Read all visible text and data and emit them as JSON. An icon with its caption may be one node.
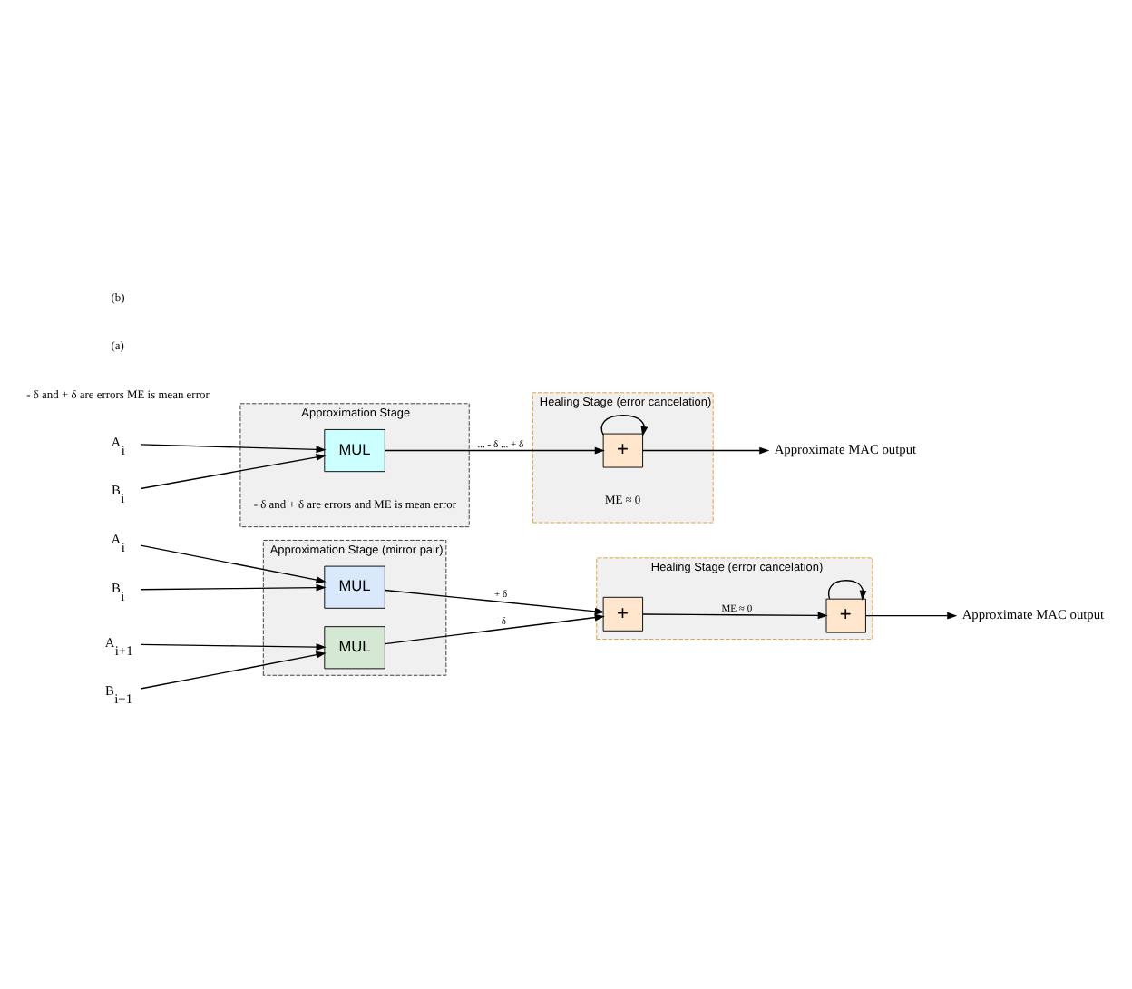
{
  "diagram": {
    "nodes": [
      {
        "text": [
          "Approximation Stage (mirror pair)"
        ]
      },
      {
        "text": [
          "A$_{i}$"
        ]
      },
      {
        "text": [
          "B$_{i}$"
        ]
      },
      {
        "text": [
          "MUL"
        ],
        "in": 0
      },
      {
        "text": [
          "A$_{i+1}$"
        ]
      },
      {
        "text": [
          "B$_{i+1}$"
        ]
      },
      {
        "text": [
          "MUL"
        ],
        "in": 0
      },
      {
        "text": [
          "Healing Stage (error cancelation)"
        ]
      },
      {
        "text": [
          "+"
        ],
        "in": 7
      },
      {
        "text": [
          "+"
        ],
        "in": 7
      },
      {
        "text": [
          "Approximate MAC output"
        ]
      },
      {
        "text": [
          "Approximation Stage"
        ]
      },
      {
        "text": [
          "A$_{i}$"
        ]
      },
      {
        "text": [
          "B$_{i}$"
        ]
      },
      {
        "text": [
          "MUL"
        ],
        "in": 11
      },
      {
        "text": [
          "Healing Stage (error cancelation)"
        ]
      },
      {
        "text": [
          "+"
        ],
        "in": 15
      },
      {
        "text": [
          "Approximate MAC output"
        ]
      }
    ],
    "edges": [
      {
        "from": 1,
        "to": 3,
        "arrow": "to"
      },
      {
        "from": 2,
        "to": 3,
        "arrow": "to"
      },
      {
        "from": 4,
        "to": 6,
        "arrow": "to"
      },
      {
        "from": 5,
        "to": 6,
        "arrow": "to"
      },
      {
        "from": 3,
        "to": 8,
        "arrow": "to",
        "label": "+ δ"
      },
      {
        "from": 6,
        "to": 8,
        "arrow": "to",
        "label": "- δ"
      },
      {
        "from": 8,
        "to": 9,
        "arrow": "to",
        "label": "ME ≈ 0"
      },
      {
        "from": 9,
        "to": 9,
        "arrow": "to"
      },
      {
        "from": 9,
        "to": 10,
        "arrow": "to"
      },
      {
        "from": 12,
        "to": 14,
        "arrow": "to"
      },
      {
        "from": 13,
        "to": 14,
        "arrow": "to"
      },
      {
        "from": 14,
        "to": 16,
        "arrow": "to",
        "label": "... - δ ... + δ"
      },
      {
        "from": 16,
        "to": 16,
        "arrow": "to"
      },
      {
        "from": 16,
        "to": 17,
        "arrow": "to"
      }
    ],
    "labels": [
      "- δ and + δ are errors ME is mean error",
      "(a)",
      "- δ and + δ are errors and ME is mean error",
      "ME ≈ 0",
      "(b)"
    ]
  }
}
